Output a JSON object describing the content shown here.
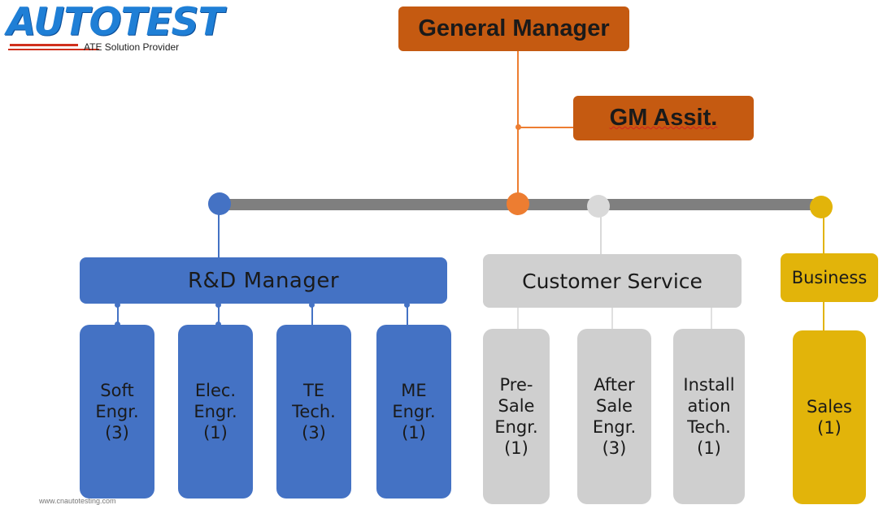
{
  "logo": {
    "wordmark": "AUTOTEST",
    "tagline": "ATE Solution Provider"
  },
  "org": {
    "general_manager": "General Manager",
    "gm_assistant": "GM Assit.",
    "rd": {
      "title": "R&D Manager",
      "members": [
        {
          "label": "Soft\nEngr.\n(3)"
        },
        {
          "label": "Elec.\nEngr.\n(1)"
        },
        {
          "label": "TE\nTech.\n(3)"
        },
        {
          "label": "ME\nEngr.\n(1)"
        }
      ]
    },
    "customer_service": {
      "title": "Customer Service",
      "members": [
        {
          "label": "Pre-\nSale\nEngr.\n(1)"
        },
        {
          "label": "After\nSale\nEngr.\n(3)"
        },
        {
          "label": "Install\nation\nTech.\n(1)"
        }
      ]
    },
    "business": {
      "title": "Business",
      "members": [
        {
          "label": "Sales\n(1)"
        }
      ]
    }
  },
  "footer": {
    "url": "www.cnautotesting.com"
  },
  "colors": {
    "orange": "#c55a11",
    "accent_orange": "#ed7d31",
    "blue": "#4472c4",
    "grey": "#d0d0d0",
    "gold": "#e2b40a",
    "bus": "#7f7f7f"
  }
}
